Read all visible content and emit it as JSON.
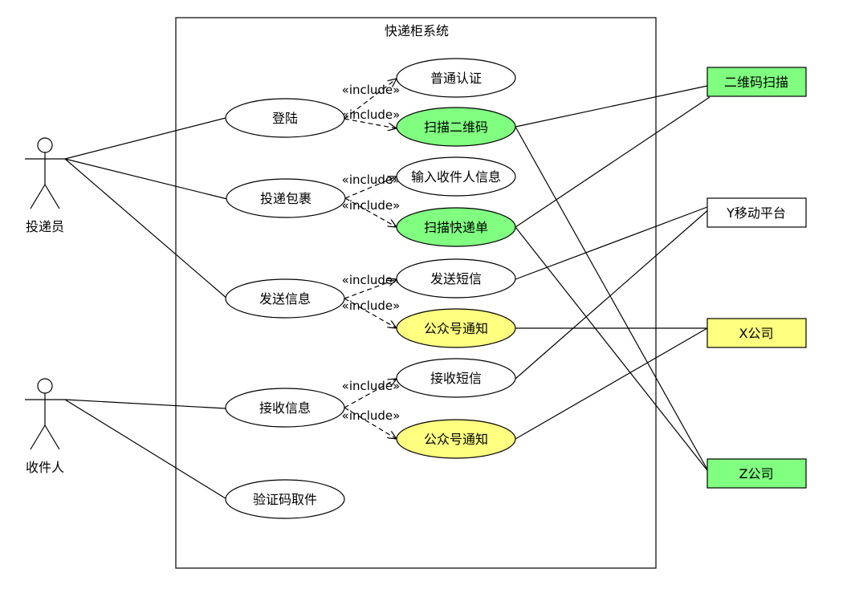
{
  "system": {
    "title": "快递柜系统"
  },
  "actors": {
    "courier": "投递员",
    "recipient": "收件人"
  },
  "usecases": {
    "login": "登陆",
    "deliver": "投递包裹",
    "send_info": "发送信息",
    "receive_info": "接收信息",
    "code_pickup": "验证码取件",
    "normal_auth": "普通认证",
    "scan_qr": "扫描二维码",
    "input_recipient": "输入收件人信息",
    "scan_waybill": "扫描快递单",
    "send_sms": "发送短信",
    "official_notify_1": "公众号通知",
    "receive_sms": "接收短信",
    "official_notify_2": "公众号通知"
  },
  "include_label": "«include»",
  "external": {
    "qr_scan": "二维码扫描",
    "y_platform": "Y移动平台",
    "x_company": "X公司",
    "z_company": "Z公司"
  },
  "colors": {
    "green": "#80FF80",
    "yellow": "#FFFF80",
    "white": "#FFFFFF"
  }
}
